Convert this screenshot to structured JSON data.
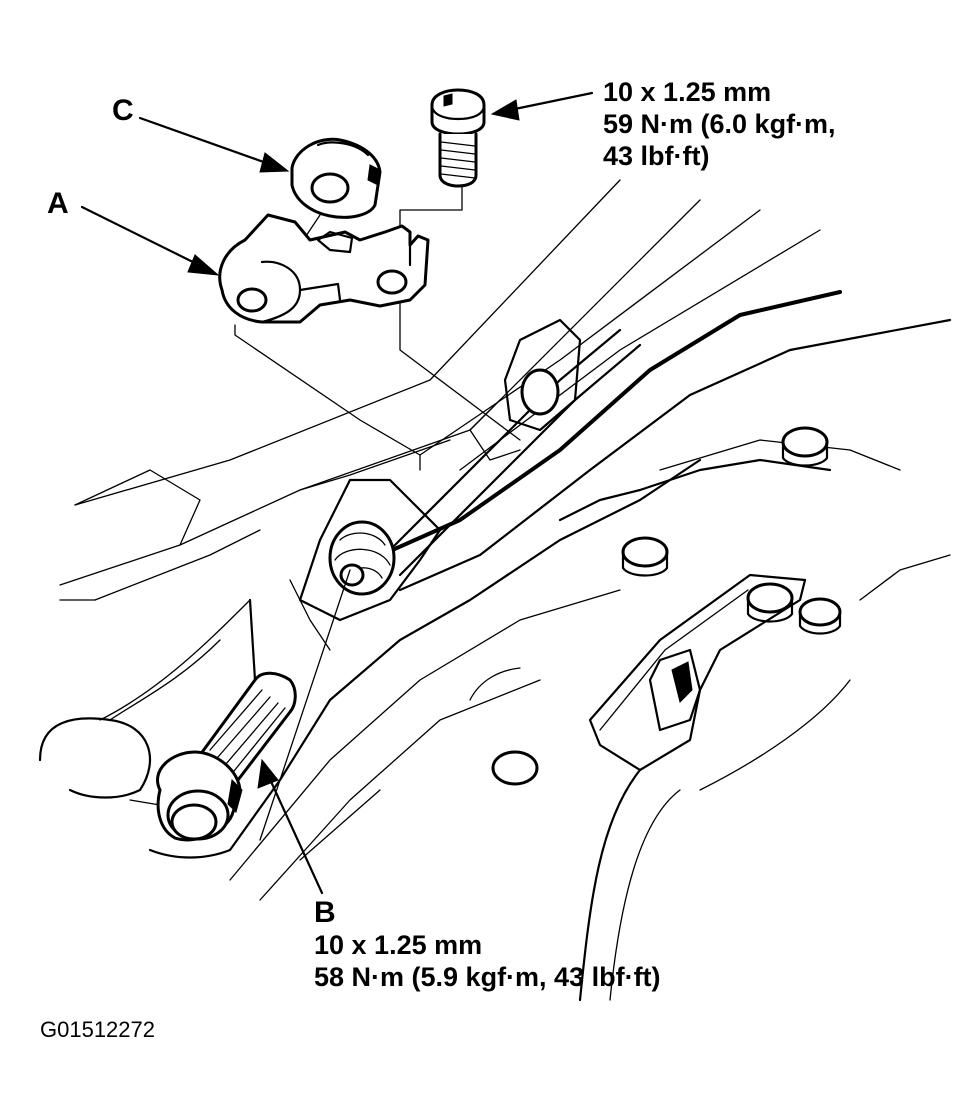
{
  "labels": {
    "a": "A",
    "b": "B",
    "c": "C"
  },
  "top_bolt_spec": {
    "line1": "10 x 1.25 mm",
    "line2": "59 N·m (6.0 kgf·m,",
    "line3": "43 lbf·ft)"
  },
  "bolt_b_spec": {
    "line1": "10 x 1.25 mm",
    "line2": "58 N·m (5.9 kgf·m, 43 lbf·ft)"
  },
  "figure_code": "G01512272"
}
